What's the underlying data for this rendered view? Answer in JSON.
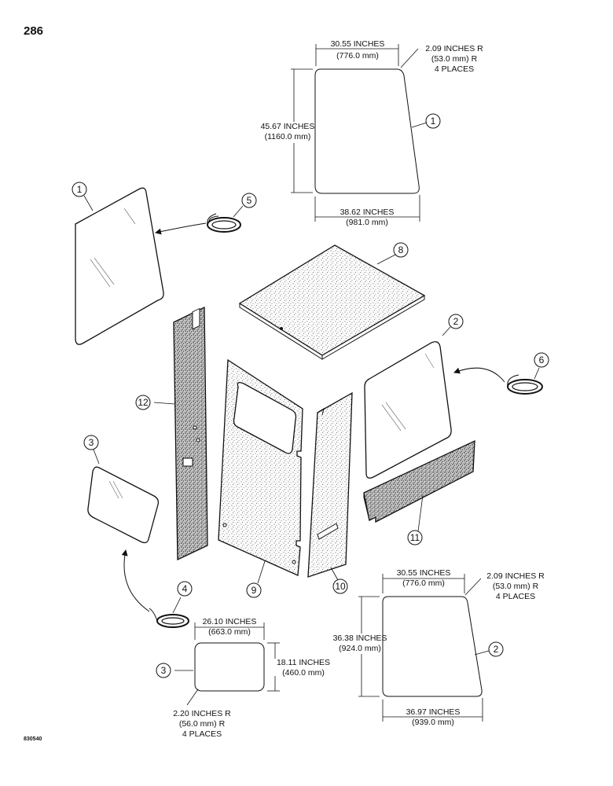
{
  "page_number": "286",
  "figure_code": "830540",
  "dimensions": {
    "glass1": {
      "top_width": "30.55 INCHES",
      "top_width_mm": "(776.0 mm)",
      "radius": "2.09 INCHES R",
      "radius_mm": "(53.0 mm) R",
      "radius_places": "4 PLACES",
      "height": "45.67 INCHES",
      "height_mm": "(1160.0 mm)",
      "bottom_width": "38.62 INCHES",
      "bottom_width_mm": "(981.0 mm)"
    },
    "glass2": {
      "top_width": "30.55 INCHES",
      "top_width_mm": "(776.0 mm)",
      "radius": "2.09 INCHES R",
      "radius_mm": "(53.0 mm) R",
      "radius_places": "4 PLACES",
      "height": "36.38 INCHES",
      "height_mm": "(924.0 mm)",
      "bottom_width": "36.97 INCHES",
      "bottom_width_mm": "(939.0 mm)"
    },
    "glass3": {
      "width": "26.10 INCHES",
      "width_mm": "(663.0 mm)",
      "height": "18.11 INCHES",
      "height_mm": "(460.0 mm)",
      "radius": "2.20 INCHES R",
      "radius_mm": "(56.0 mm) R",
      "radius_places": "4 PLACES"
    }
  },
  "callouts": [
    "1",
    "1",
    "2",
    "2",
    "3",
    "3",
    "4",
    "5",
    "6",
    "8",
    "9",
    "10",
    "11",
    "12"
  ]
}
